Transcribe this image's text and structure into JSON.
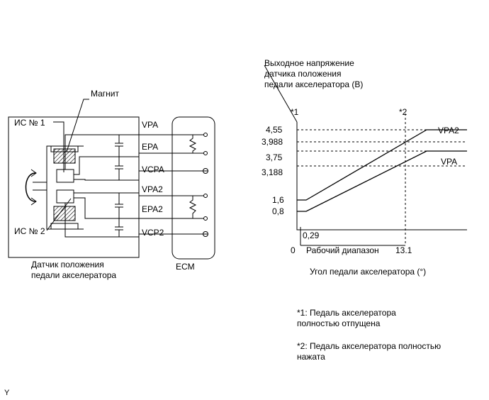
{
  "wiring": {
    "magnet": "Магнит",
    "ic1": "ИС № 1",
    "ic2": "ИС № 2",
    "sensor_caption": [
      "Датчик положения",
      "педали акселератора"
    ],
    "ecm": "ECM",
    "signals": [
      "VPA",
      "EPA",
      "VCPA",
      "VPA2",
      "EPA2",
      "VCP2"
    ]
  },
  "chart": {
    "ylabel": [
      "Выходное напряжение",
      "датчика положения",
      "педали акселератора (В)"
    ],
    "xlabel": "Угол педали акселератора (°)",
    "marker1": "*1",
    "marker2": "*2",
    "range_label": "Рабочий диапазон",
    "origin": "0",
    "x_ticks": [
      "0,29",
      "13.1"
    ],
    "y_ticks": [
      "4,55",
      "3,988",
      "3,75",
      "3,188",
      "1,6",
      "0,8"
    ],
    "series_labels": [
      "VPA2",
      "VPA"
    ]
  },
  "chart_data": {
    "type": "line",
    "series": [
      {
        "name": "VPA2",
        "points": [
          [
            0,
            1.6
          ],
          [
            0.29,
            1.6
          ],
          [
            13.1,
            3.988
          ],
          [
            13.1,
            4.55
          ]
        ]
      },
      {
        "name": "VPA",
        "points": [
          [
            0,
            0.8
          ],
          [
            0.29,
            0.8
          ],
          [
            13.1,
            3.188
          ],
          [
            13.1,
            3.75
          ]
        ]
      }
    ]
  },
  "notes": [
    [
      "*1: Педаль акселератора",
      "полностью отпущена"
    ],
    [
      "*2: Педаль акселератора полностью",
      "нажата"
    ]
  ],
  "corner": "Y"
}
